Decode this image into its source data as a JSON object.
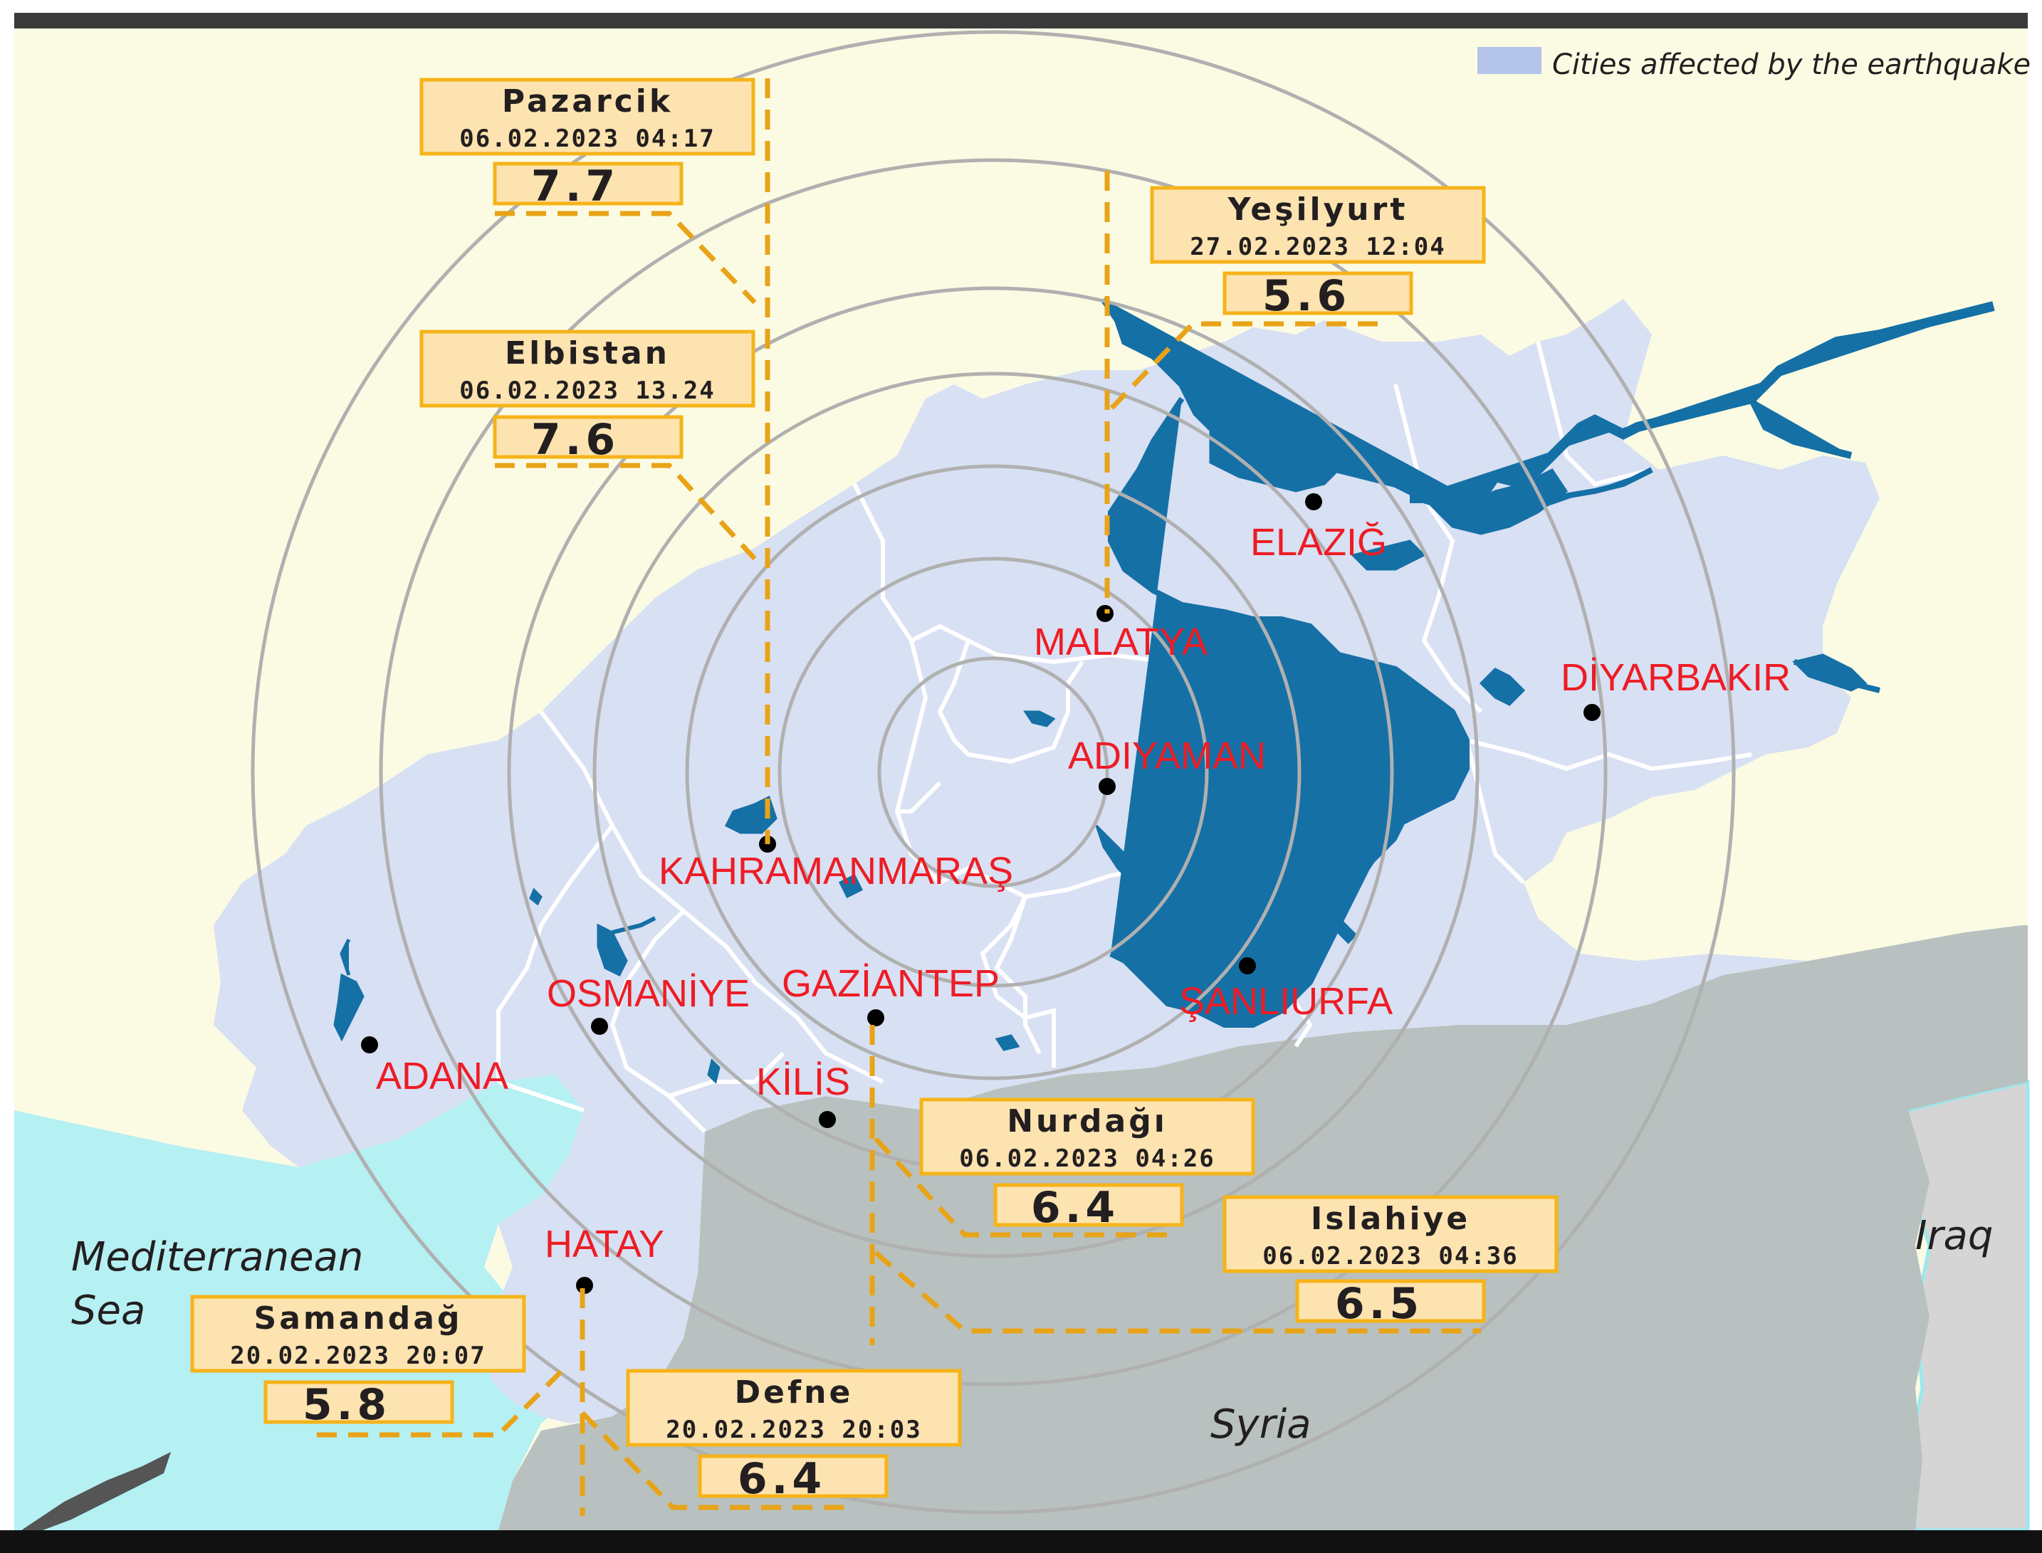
{
  "legend": {
    "label": "Cities affected by the earthquake",
    "swatch_color": "#b3c4e8"
  },
  "cities": [
    {
      "name": "MALATYA"
    },
    {
      "name": "ELAZIĞ"
    },
    {
      "name": "DİYARBAKIR"
    },
    {
      "name": "ADIYAMAN"
    },
    {
      "name": "KAHRAMANMARAŞ"
    },
    {
      "name": "OSMANİYE"
    },
    {
      "name": "GAZİANTEP"
    },
    {
      "name": "ŞANLIURFA"
    },
    {
      "name": "ADANA"
    },
    {
      "name": "KİLİS"
    },
    {
      "name": "HATAY"
    }
  ],
  "places": {
    "sea": "Mediterranean",
    "sea2": "Sea",
    "syria": "Syria",
    "iraq": "Iraq"
  },
  "earthquakes": [
    {
      "name": "Pazarcik",
      "datetime": "06.02.2023 04:17",
      "magnitude": "7.7"
    },
    {
      "name": "Elbistan",
      "datetime": "06.02.2023 13.24",
      "magnitude": "7.6"
    },
    {
      "name": "Yeşilyurt",
      "datetime": "27.02.2023 12:04",
      "magnitude": "5.6"
    },
    {
      "name": "Nurdağı",
      "datetime": "06.02.2023 04:26",
      "magnitude": "6.4"
    },
    {
      "name": "Islahiye",
      "datetime": "06.02.2023 04:36",
      "magnitude": "6.5"
    },
    {
      "name": "Samandağ",
      "datetime": "20.02.2023 20:07",
      "magnitude": "5.8"
    },
    {
      "name": "Defne",
      "datetime": "20.02.2023 20:03",
      "magnitude": "6.4"
    }
  ],
  "colors": {
    "background": "#fbfbe4",
    "affected_region": "#d8e0f3",
    "sea": "#b5f0f3",
    "syria": "#b8c1bf",
    "iraq": "#d5d5d5",
    "rivers": "#1570a6",
    "city_text": "#ee1c25",
    "box_fill": "#fde3b0",
    "box_stroke": "#f6b319"
  }
}
